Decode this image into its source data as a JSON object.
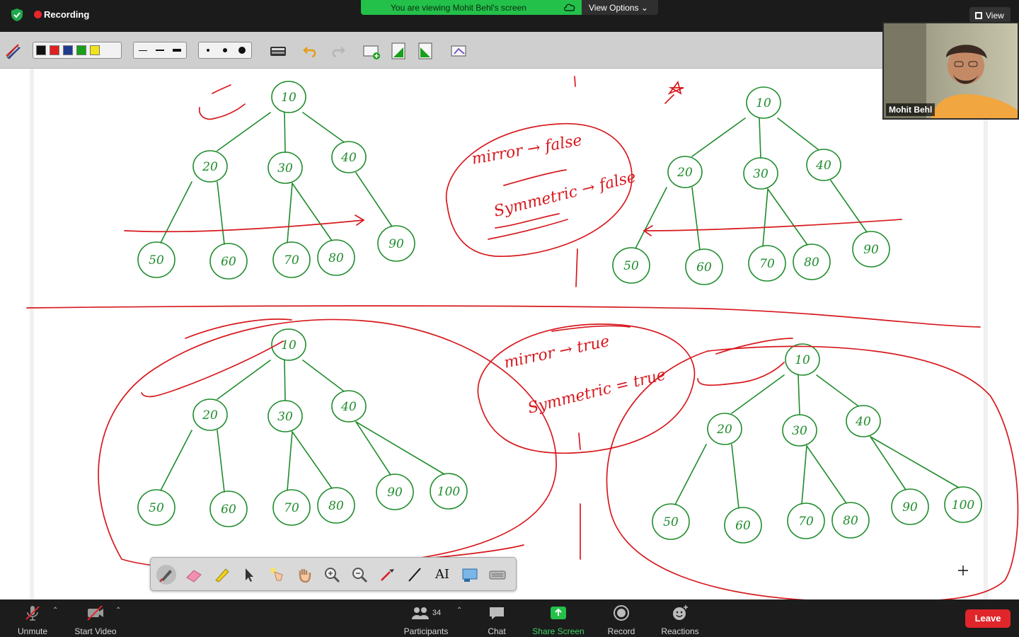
{
  "recording": {
    "label": "Recording"
  },
  "banner": {
    "viewing": "You are viewing Mohit Behl's screen",
    "view_options": "View Options ⌄"
  },
  "view_button": {
    "label": "View"
  },
  "annotation_toolbar": {
    "colors": [
      "#111111",
      "#e02020",
      "#1f3b8f",
      "#18a018",
      "#f2e21c"
    ],
    "line_widths": [
      "thin",
      "medium",
      "thick"
    ],
    "dot_sizes": [
      "small",
      "medium",
      "large"
    ],
    "icons": [
      "pen-icon",
      "eraser-icon",
      "keyboard-icon",
      "undo-icon",
      "redo-icon",
      "new-page-icon",
      "previous-page-icon",
      "next-page-icon",
      "save-icon"
    ]
  },
  "whiteboard": {
    "tree_labels": {
      "root": "10",
      "level1": [
        "20",
        "30",
        "40"
      ],
      "level2_small": [
        "50",
        "60",
        "70",
        "80",
        "90"
      ],
      "level2_large": [
        "50",
        "60",
        "70",
        "80",
        "90",
        "100"
      ]
    },
    "notes": {
      "top_line1": "mirror → false",
      "top_line2": "Symmetric → false",
      "bottom_line1": "mirror → true",
      "bottom_line2": "Symmetric = true"
    }
  },
  "video": {
    "name": "Mohit Behl"
  },
  "floating_toolbar": {
    "tools": [
      "pen",
      "eraser",
      "highlighter",
      "select",
      "laser",
      "grab",
      "zoom-in",
      "zoom-out",
      "pipette",
      "line",
      "text",
      "screenshot",
      "keyboard"
    ],
    "text_tool_label": "AI"
  },
  "bottom_bar": {
    "unmute": "Unmute",
    "start_video": "Start Video",
    "participants": "Participants",
    "participants_count": "34",
    "chat": "Chat",
    "share_screen": "Share Screen",
    "record": "Record",
    "reactions": "Reactions",
    "leave": "Leave"
  }
}
